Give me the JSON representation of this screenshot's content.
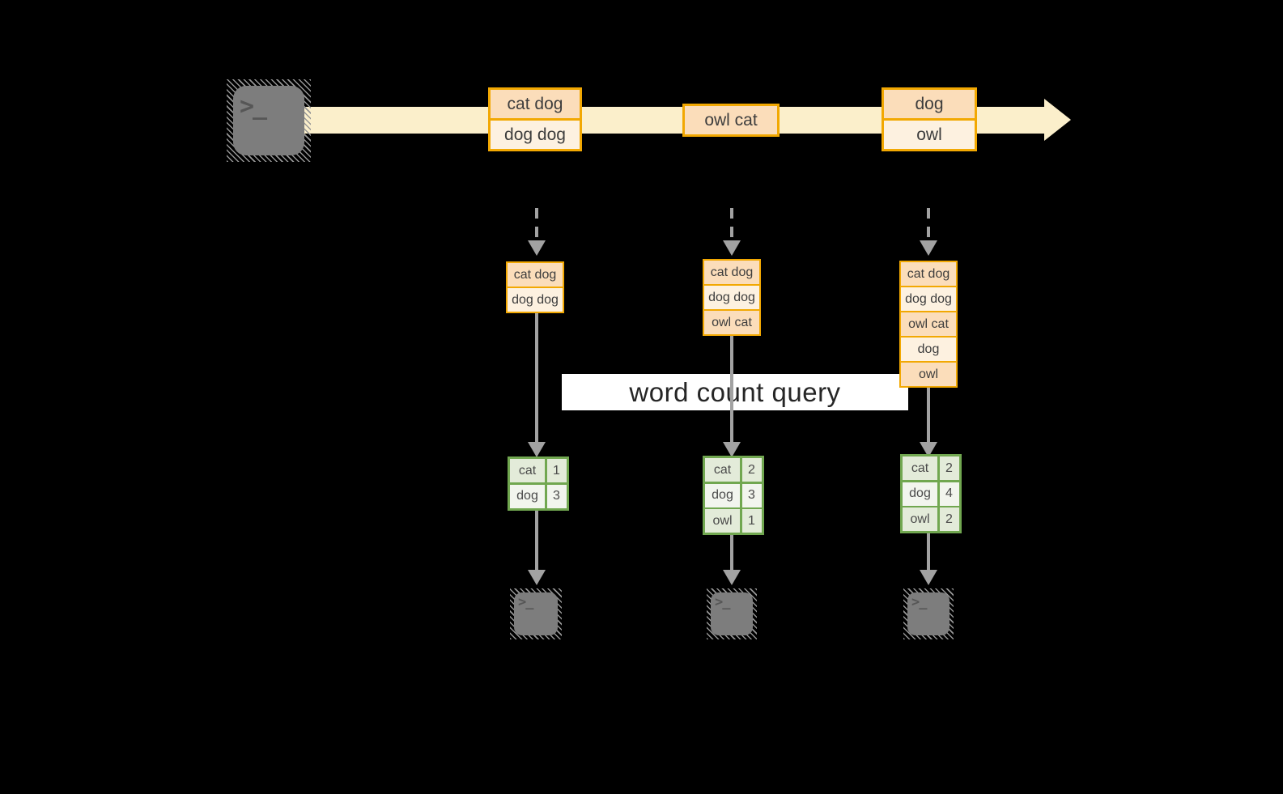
{
  "diagram": {
    "query_label": "word count query",
    "icons": {
      "terminal_glyph": ">_"
    },
    "colors": {
      "background": "#000000",
      "stream_band": "#fbefcb",
      "record_border": "#f2a802",
      "record_fill_peach": "#fbddba",
      "record_fill_cream": "#fdf1e0",
      "table_border_green": "#71a750",
      "table_cell_green": "#e3ebd9",
      "table_cell_white": "#f2f5ee",
      "arrow_gray": "#a2a2a2",
      "terminal_gray": "#7d7d7d"
    },
    "stream": {
      "batches": [
        {
          "items": [
            "cat dog",
            "dog dog"
          ]
        },
        {
          "items": [
            "owl cat"
          ]
        },
        {
          "items": [
            "dog",
            "owl"
          ]
        }
      ]
    },
    "columns": [
      {
        "state": [
          "cat dog",
          "dog dog"
        ],
        "counts": [
          [
            "cat",
            "1"
          ],
          [
            "dog",
            "3"
          ]
        ]
      },
      {
        "state": [
          "cat dog",
          "dog dog",
          "owl cat"
        ],
        "counts": [
          [
            "cat",
            "2"
          ],
          [
            "dog",
            "3"
          ],
          [
            "owl",
            "1"
          ]
        ]
      },
      {
        "state": [
          "cat dog",
          "dog dog",
          "owl cat",
          "dog",
          "owl"
        ],
        "counts": [
          [
            "cat",
            "2"
          ],
          [
            "dog",
            "4"
          ],
          [
            "owl",
            "2"
          ]
        ]
      }
    ]
  }
}
